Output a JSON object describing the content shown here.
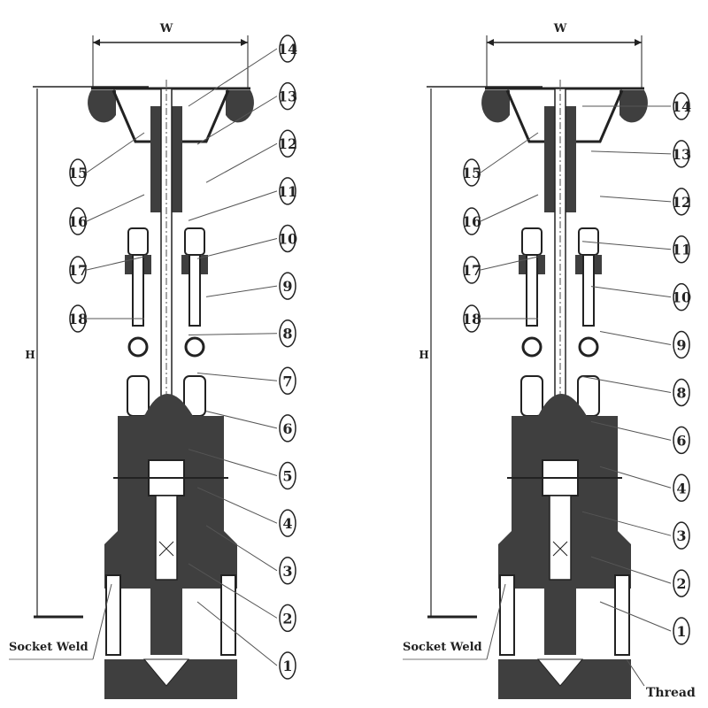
{
  "diagrams": [
    {
      "name": "socket-weld-gate-valve",
      "width_label": "W",
      "height_label": "H",
      "end_label": "Socket Weld",
      "right_callouts": [
        "14",
        "13",
        "12",
        "11",
        "10",
        "9",
        "8",
        "7",
        "6",
        "5",
        "4",
        "3",
        "2",
        "1"
      ],
      "left_callouts": [
        "15",
        "16",
        "17",
        "18"
      ]
    },
    {
      "name": "thread-socket-weld-gate-valve",
      "width_label": "W",
      "height_label": "H",
      "end_label": "Socket Weld",
      "end_label_2": "Thread",
      "right_callouts": [
        "14",
        "13",
        "12",
        "11",
        "10",
        "9",
        "8",
        "6",
        "4",
        "3",
        "2",
        "1"
      ],
      "left_callouts": [
        "15",
        "16",
        "17",
        "18"
      ]
    }
  ],
  "colors": {
    "body": "#3f3f3f",
    "line": "#222222",
    "paper": "#ffffff"
  }
}
